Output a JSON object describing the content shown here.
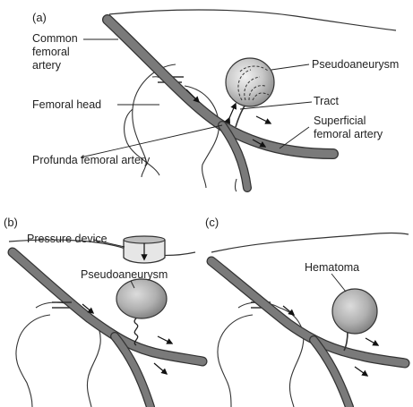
{
  "panels": {
    "a": {
      "letter": "(a)",
      "labels": {
        "common_femoral_artery": "Common femoral artery",
        "femoral_head": "Femoral head",
        "profunda_femoral_artery": "Profunda femoral artery",
        "pseudoaneurysm": "Pseudoaneurysm",
        "tract": "Tract",
        "superficial_femoral_artery": "Superficial femoral artery"
      }
    },
    "b": {
      "letter": "(b)",
      "labels": {
        "pressure_device": "Pressure device",
        "pseudoaneurysm": "Pseudoaneurysm"
      }
    },
    "c": {
      "letter": "(c)",
      "labels": {
        "hematoma": "Hematoma"
      }
    }
  },
  "colors": {
    "artery_fill": "#7a7a7a",
    "artery_outline": "#333333",
    "sac_fill": "#c8c8c8",
    "line": "#222222"
  }
}
